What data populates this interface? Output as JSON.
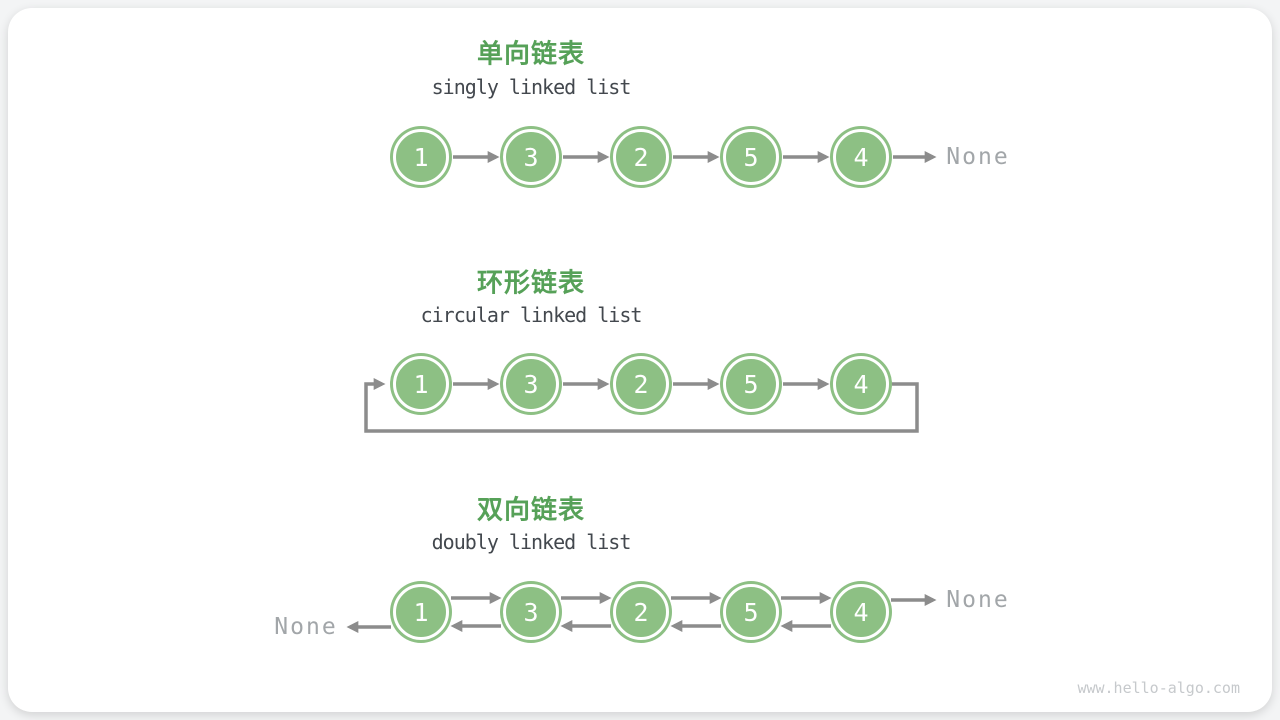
{
  "page": {
    "watermark": "www.hello-algo.com"
  },
  "colors": {
    "page_bg": "#f3f4f5",
    "card_white": "#ffffff",
    "title_green": "#56a158",
    "node_green": "#8dc084",
    "node_text": "#ffffff",
    "arrow_gray": "#8c8c8c",
    "none_gray": "#a2a6a9",
    "subtitle_dark": "#43484e",
    "watermark_gray": "#c6c9cc"
  },
  "sections": [
    {
      "title_zh": "单向链表",
      "title_en": "singly linked list",
      "nodes": [
        "1",
        "3",
        "2",
        "5",
        "4"
      ],
      "tail_label": "None"
    },
    {
      "title_zh": "环形链表",
      "title_en": "circular linked list",
      "nodes": [
        "1",
        "3",
        "2",
        "5",
        "4"
      ]
    },
    {
      "title_zh": "双向链表",
      "title_en": "doubly linked list",
      "nodes": [
        "1",
        "3",
        "2",
        "5",
        "4"
      ],
      "head_label": "None",
      "tail_label": "None"
    }
  ]
}
